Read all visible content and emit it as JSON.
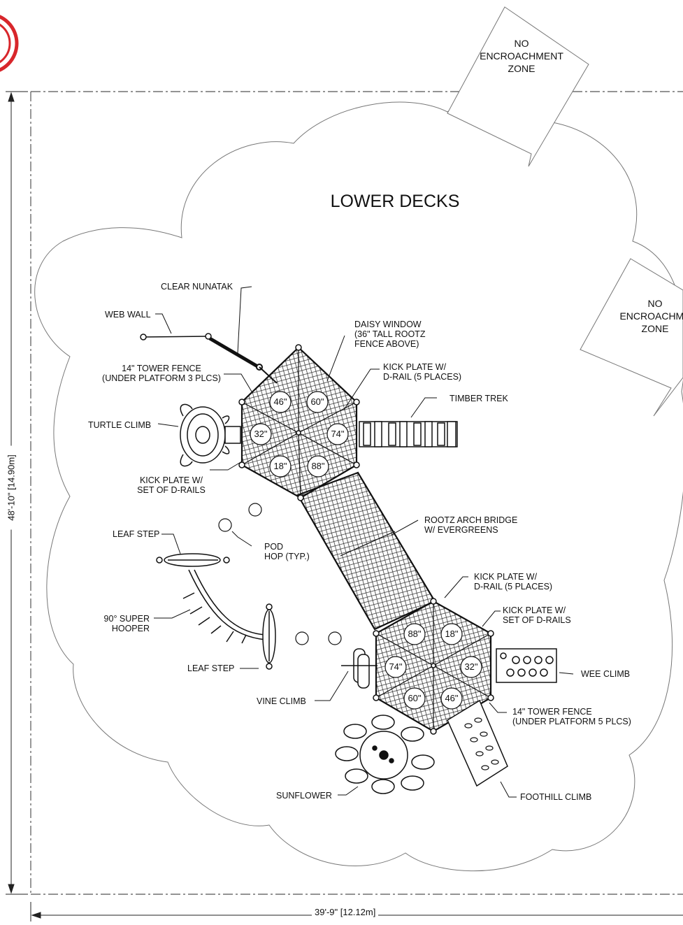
{
  "title": "LOWER DECKS",
  "no_encroachment_1": [
    "NO",
    "ENCROACHMENT",
    "ZONE"
  ],
  "no_encroachment_2": [
    "NO",
    "ENCROACHME",
    "ZONE"
  ],
  "dimensions": {
    "height": "48'-10\" [14.90m]",
    "width": "39'-9\" [12.12m]"
  },
  "labels": {
    "clear_nunatak": "CLEAR NUNATAK",
    "web_wall": "WEB WALL",
    "daisy_window": [
      "DAISY WINDOW",
      "(36\" TALL ROOTZ",
      "FENCE ABOVE)"
    ],
    "tower_fence_upper": [
      "14\" TOWER FENCE",
      "(UNDER PLATFORM 3 PLCS)"
    ],
    "kick_plate_drail_upper": [
      "KICK PLATE W/",
      "D-RAIL (5 PLACES)"
    ],
    "timber_trek": "TIMBER TREK",
    "turtle_climb": "TURTLE CLIMB",
    "kick_plate_set_upper": [
      "KICK PLATE W/",
      "SET OF D-RAILS"
    ],
    "rootz_arch_bridge": [
      "ROOTZ ARCH BRIDGE",
      "W/ EVERGREENS"
    ],
    "leaf_step_upper": "LEAF STEP",
    "pod_hop": [
      "POD",
      "HOP (TYP.)"
    ],
    "kick_plate_drail_lower": [
      "KICK PLATE W/",
      "D-RAIL (5 PLACES)"
    ],
    "kick_plate_set_lower": [
      "KICK PLATE W/",
      "SET OF D-RAILS"
    ],
    "super_hooper": [
      "90° SUPER",
      "HOOPER"
    ],
    "wee_climb": "WEE CLIMB",
    "leaf_step_lower": "LEAF STEP",
    "vine_climb": "VINE CLIMB",
    "tower_fence_lower": [
      "14\" TOWER FENCE",
      "(UNDER PLATFORM 5 PLCS)"
    ],
    "sunflower": "SUNFLOWER",
    "foothill_climb": "FOOTHILL CLIMB"
  },
  "heights_upper": [
    "46\"",
    "60\"",
    "74\"",
    "88\"",
    "18\"",
    "32\""
  ],
  "heights_lower": [
    "88\"",
    "18\"",
    "32\"",
    "46\"",
    "60\"",
    "74\""
  ]
}
